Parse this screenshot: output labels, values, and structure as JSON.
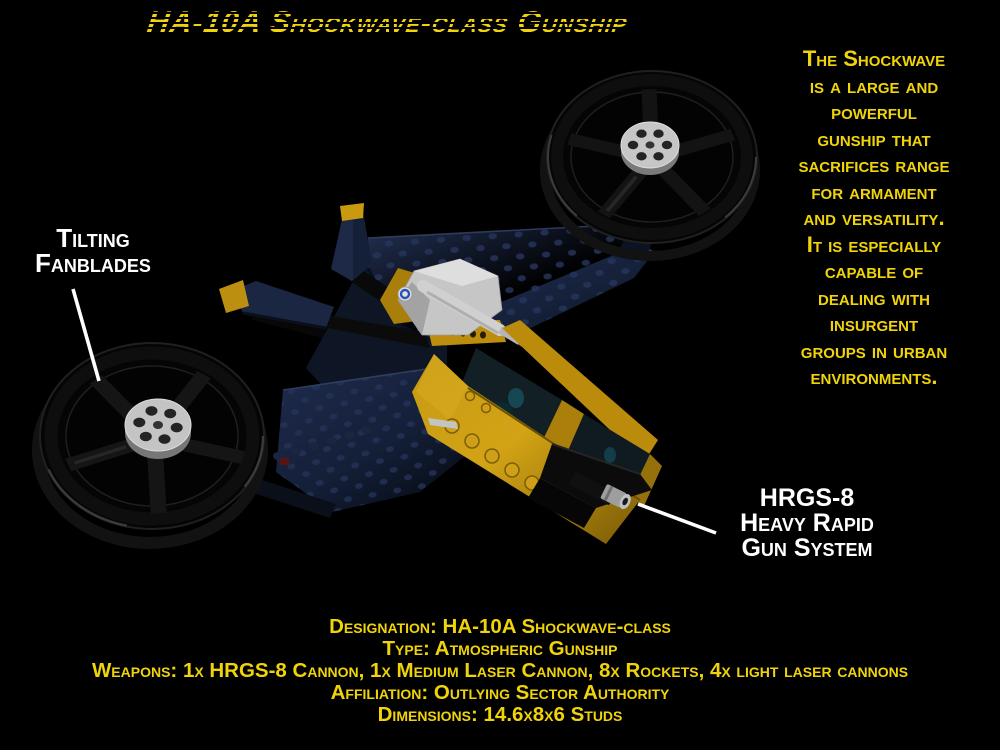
{
  "poster": {
    "title": "HA-10A Shockwave-class Gunship",
    "description": [
      "The Shockwave",
      "is a large and",
      "powerful",
      "gunship that",
      "sacrifices range",
      "for armament",
      "and versatility.",
      "It is especially",
      "capable of",
      "dealing with",
      "insurgent",
      "groups in urban",
      "environments."
    ],
    "callouts": {
      "fanblades": [
        "Tilting",
        "Fanblades"
      ],
      "gun": [
        "HRGS-8",
        "Heavy Rapid",
        "Gun System"
      ]
    },
    "specs": [
      "Designation: HA-10A Shockwave-class",
      "Type: Atmospheric Gunship",
      "Weapons: 1x HRGS-8 Cannon, 1x Medium Laser Cannon, 8x Rockets, 4x light laser cannons",
      "Affiliation: Outlying Sector Authority",
      "Dimensions: 14.6x8x6 Studs"
    ],
    "colors": {
      "background": "#000000",
      "text_yellow": "#f0d409",
      "text_white": "#ffffff",
      "brick_navy": "#1d2947",
      "brick_yellow": "#c2920c",
      "pointer_line": "#ffffff"
    }
  }
}
